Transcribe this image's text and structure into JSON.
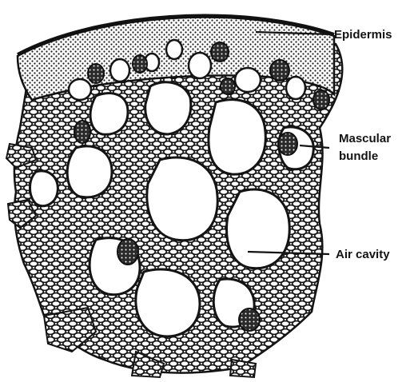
{
  "labels": {
    "epidermis": "Epidermis",
    "vascular_line1": "Mascular",
    "vascular_line2": "bundle",
    "air_cavity": "Air cavity"
  }
}
